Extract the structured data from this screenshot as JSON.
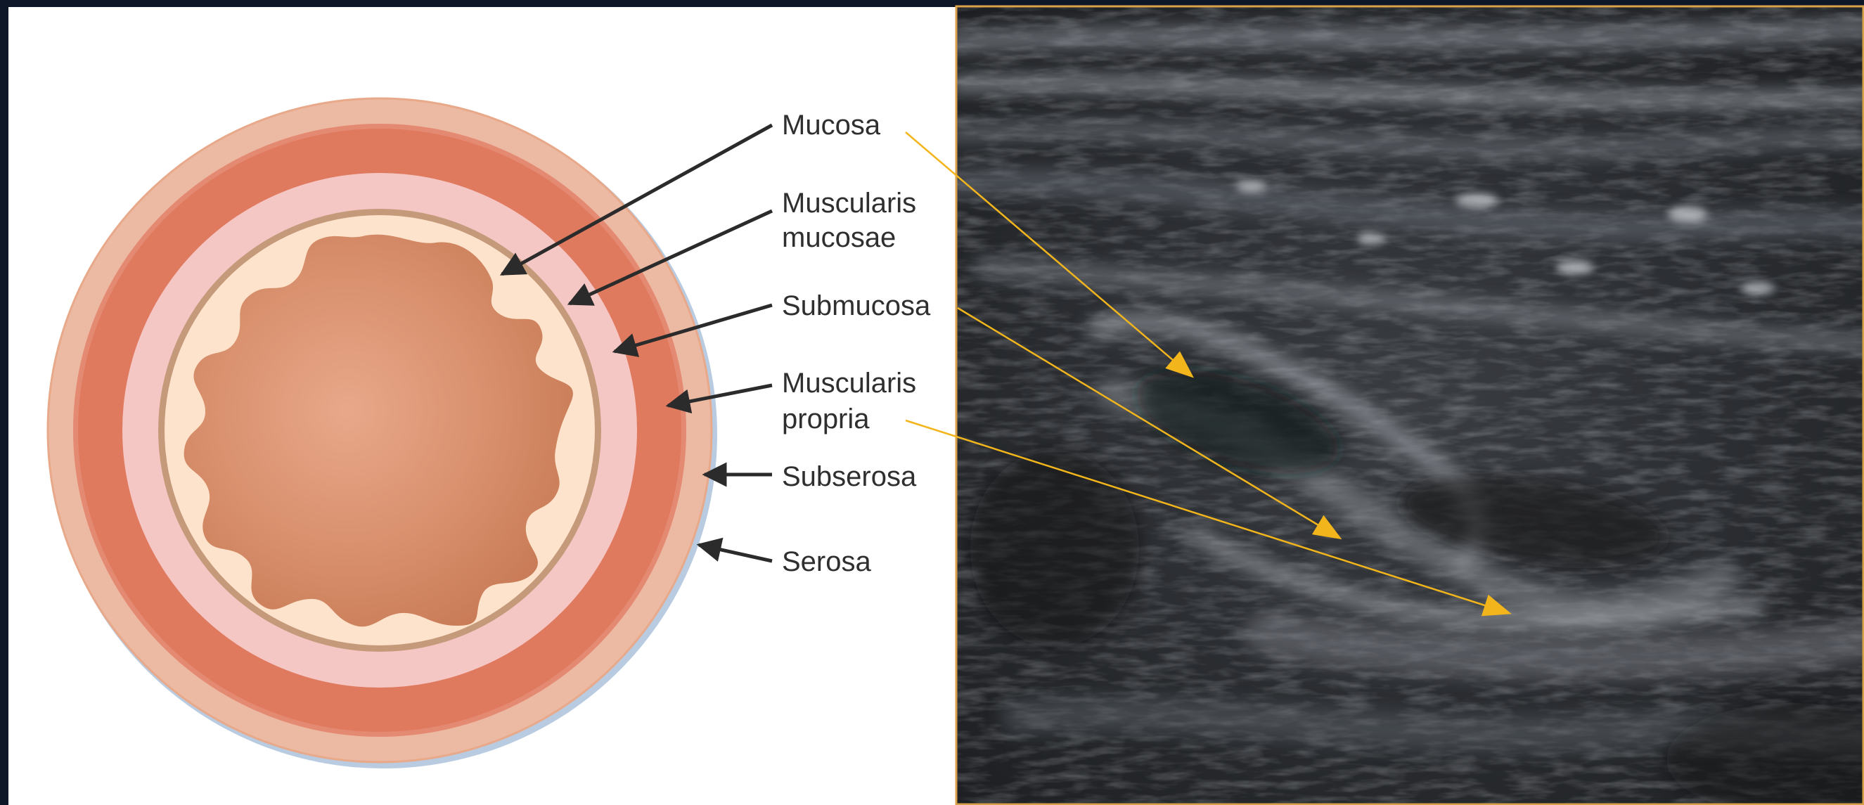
{
  "labels": {
    "mucosa": "Mucosa",
    "muscularis_mucosae_line1": "Muscularis",
    "muscularis_mucosae_line2": "mucosae",
    "submucosa": "Submucosa",
    "muscularis_propria_line1": "Muscularis",
    "muscularis_propria_line2": "propria",
    "subserosa": "Subserosa",
    "serosa": "Serosa"
  },
  "colors": {
    "page_background": "#0d1727",
    "diagram_background": "#ffffff",
    "serosa_ring": "#ecb9a3",
    "muscularis_propria_ring": "#e07a5f",
    "submucosa_ring": "#f4c6c4",
    "muscularis_mucosae_line": "#c49a7a",
    "mucosa_fill": "#fde3cb",
    "lumen": "#d8906a",
    "serosa_shadow": "#b9cbe0",
    "leader_arrow": "#2b2b2b",
    "annotation_arrow": "#f2b51c",
    "ultrasound_frame": "#d9a24a"
  }
}
